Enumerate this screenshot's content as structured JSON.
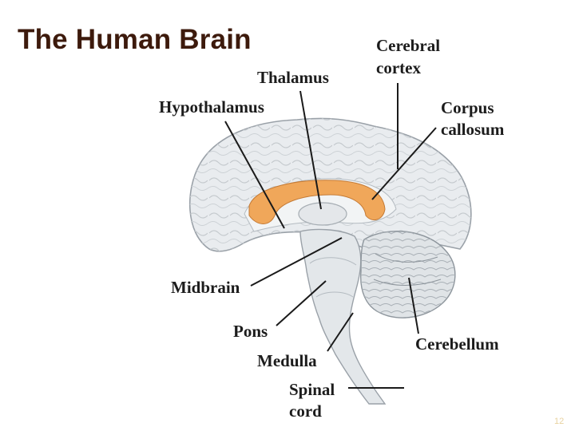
{
  "title": "The Human Brain",
  "page_number": "12",
  "labels": {
    "cerebral_cortex": [
      "Cerebral",
      "cortex"
    ],
    "thalamus": "Thalamus",
    "hypothalamus": "Hypothalamus",
    "corpus_callosum": [
      "Corpus",
      "callosum"
    ],
    "midbrain": "Midbrain",
    "pons": "Pons",
    "medulla": "Medulla",
    "cerebellum": "Cerebellum",
    "spinal_cord": [
      "Spinal",
      "cord"
    ]
  },
  "colors": {
    "title": "#3d1a0c",
    "corpus_callosum": "#f0a75a",
    "brain_fill": "#e9ecef",
    "brain_outline": "#9aa1a8",
    "page_number": "#e8d2a0"
  }
}
